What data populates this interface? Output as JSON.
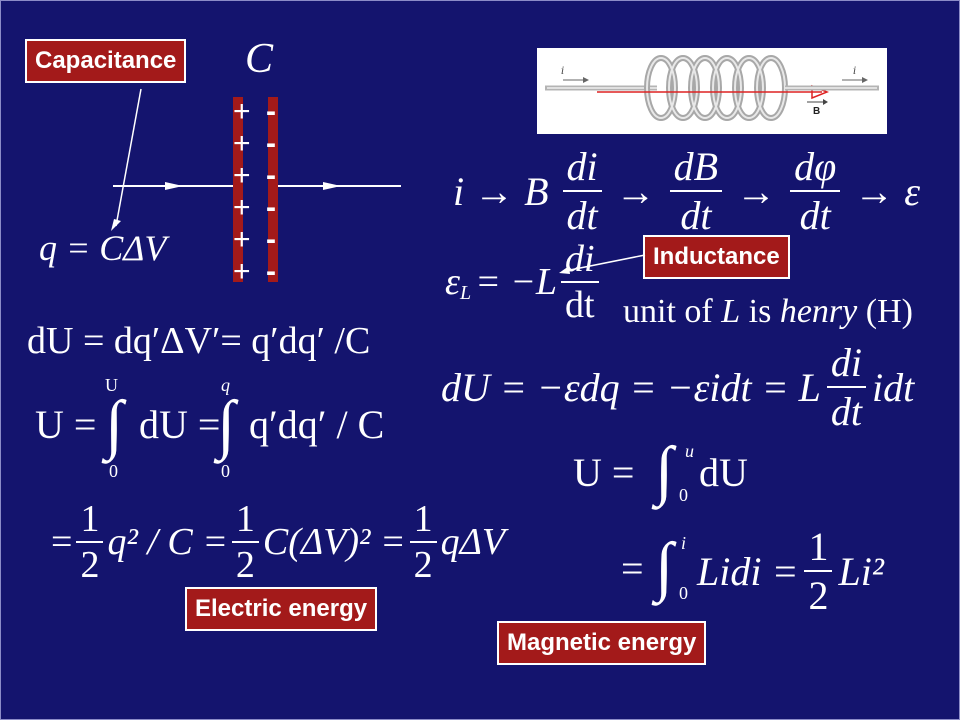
{
  "labels": {
    "capacitance": "Capacitance",
    "inductance": "Inductance",
    "electric_energy": "Electric energy",
    "magnetic_energy": "Magnetic energy"
  },
  "capacitor": {
    "symbol": "C",
    "plus_signs": [
      "+",
      "+",
      "+",
      "+",
      "+",
      "+"
    ],
    "minus_signs": [
      "-",
      "-",
      "-",
      "-",
      "-",
      "-"
    ],
    "relation": "q = CΔV"
  },
  "coil_image": {
    "current_left": "i",
    "current_right": "i",
    "field_label": "B"
  },
  "chain": {
    "start": "i → B",
    "frac1": {
      "num": "di",
      "den": "dt"
    },
    "frac2": {
      "num": "dB",
      "den": "dt"
    },
    "frac3": {
      "num": "dφ",
      "den": "dt"
    },
    "arrow": "→",
    "end": "→ ε"
  },
  "emf": {
    "lhs": "ε",
    "lhs_sub": "L",
    "rhs": "= −L",
    "frac": {
      "num": "di",
      "den": "dt"
    }
  },
  "unit": {
    "prefix": "unit  of",
    "var": "L",
    "is": "is",
    "name": "henry",
    "symbol": "(H)"
  },
  "electric": {
    "eq1": "dU = dq′ΔV′= q′dq′ /C",
    "eq2_lhs": "U =",
    "eq2_int1": "dU =",
    "eq2_int2": "q′dq′ / C",
    "int1_upper": "U",
    "int1_lower": "0",
    "int2_upper": "q",
    "int2_lower": "0",
    "eq3_a": "=",
    "eq3_b": "q² / C =",
    "eq3_c": "C(ΔV)² =",
    "eq3_d": "qΔV",
    "half": {
      "num": "1",
      "den": "2"
    }
  },
  "magnetic": {
    "eq1": "dU = −εdq = −εidt = L",
    "eq1_frac": {
      "num": "di",
      "den": "dt"
    },
    "eq1_tail": "idt",
    "eq2_lhs": "U =",
    "eq2_upper": "u",
    "eq2_lower": "0",
    "eq2_body": "dU",
    "eq3_lhs": "=",
    "eq3_upper": "i",
    "eq3_lower": "0",
    "eq3_body": "Lidi =",
    "eq3_frac": {
      "num": "1",
      "den": "2"
    },
    "eq3_tail": "Li²"
  }
}
